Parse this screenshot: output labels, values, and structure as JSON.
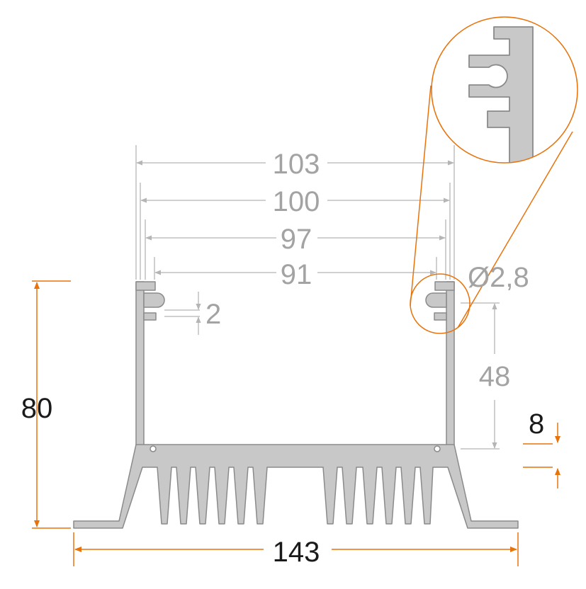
{
  "colors": {
    "profile_fill": "#c8c8c8",
    "profile_stroke": "#8a8a8a",
    "dimension_gray": "#b5b5b5",
    "dimension_text_gray": "#a3a3a3",
    "accent_orange": "#e8730c",
    "dimension_text_dark": "#1a1a1a"
  },
  "dimensions": {
    "width_103": "103",
    "width_100": "100",
    "width_97": "97",
    "width_91": "91",
    "slot_gap": "2",
    "hole_diameter": "Ø2,8",
    "inner_height": "48",
    "base_thickness": "8",
    "total_height": "80",
    "total_width": "143"
  }
}
